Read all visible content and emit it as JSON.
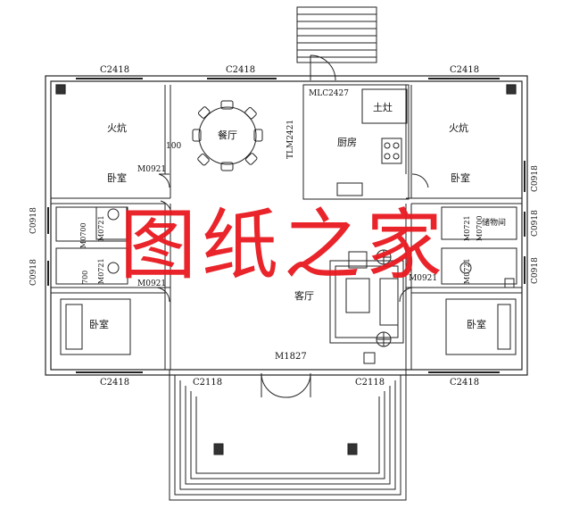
{
  "labels": {
    "top_left_window": "C2418",
    "top_mid_window": "C2418",
    "top_right_window": "C2418",
    "bottom_left_window": "C2418",
    "bottom_right_window": "C2418",
    "bottom_mid_left_window": "C2118",
    "bottom_mid_right_window": "C2118",
    "left_window_upper": "C0918",
    "left_window_lower": "C0918",
    "right_window_upper": "C0918",
    "right_window_mid": "C0918",
    "right_window_lower": "C0918",
    "door_mlc": "MLC2427",
    "door_tlm": "TLM2421",
    "door_m1827": "M1827",
    "door_m0921_tl": "M0921",
    "door_m0921_ml": "M0921",
    "door_m0921_mr": "M0921",
    "door_m0721_l1": "M0721",
    "door_m0721_l2": "M0721",
    "door_m0700_l": "M0700",
    "door_m0721_r1": "M0721",
    "door_m0700_r": "M0700",
    "door_m0721_r2": "M0721",
    "dim_100": "100",
    "dim_700": "700"
  },
  "rooms": {
    "kang_left": "火炕",
    "bedroom_top_left": "卧室",
    "dining": "餐厅",
    "kitchen": "厨房",
    "stove": "土灶",
    "kang_right": "火炕",
    "bedroom_top_right": "卧室",
    "storage": "储物间",
    "living": "客厅",
    "bedroom_bottom_left": "卧室",
    "bedroom_bottom_right": "卧室"
  },
  "watermark": "图纸之家"
}
